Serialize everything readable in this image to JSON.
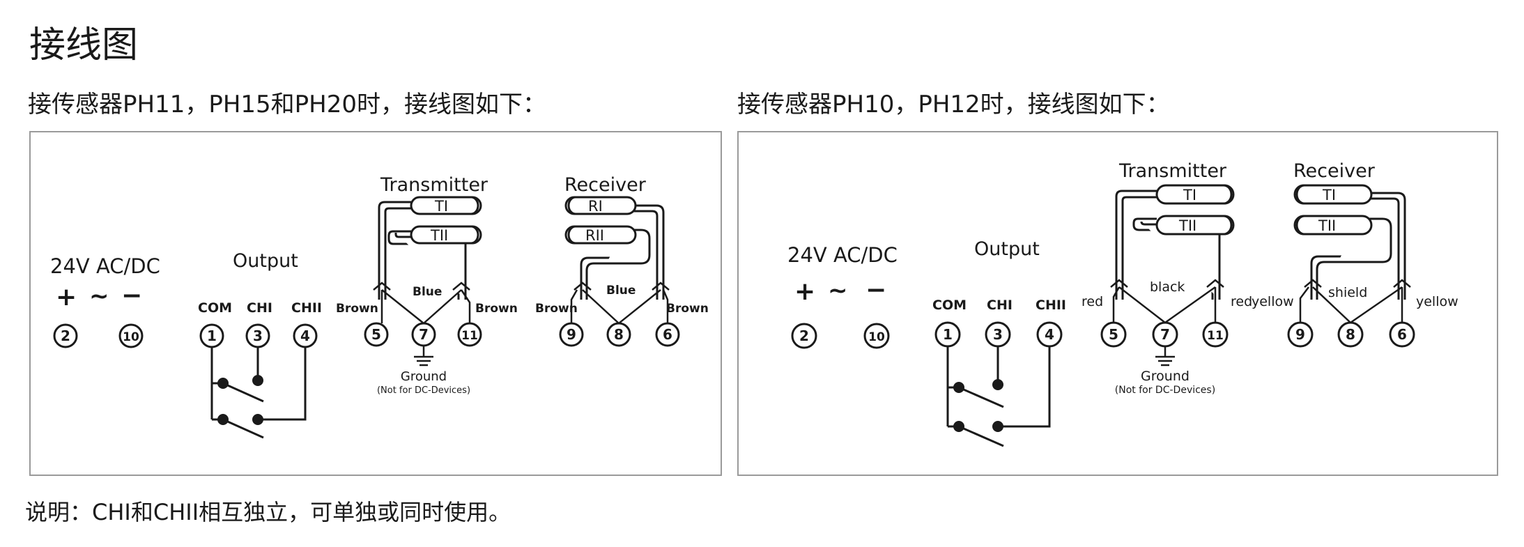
{
  "title": "接线图",
  "left": {
    "caption": "接传感器PH11，PH15和PH20时，接线图如下：",
    "supply": "24V AC/DC",
    "plus": "+",
    "tilde": "~",
    "minus": "−",
    "output": "Output",
    "com": "COM",
    "ch1": "CHI",
    "ch2": "CHII",
    "transmitter": "Transmitter",
    "receiver": "Receiver",
    "t1": "TI",
    "t2": "TII",
    "r1": "RI",
    "r2": "RII",
    "tx_left_wire": "Brown",
    "tx_mid_wire": "Blue",
    "tx_right_wire": "Brown",
    "rx_left_wire": "Brown",
    "rx_mid_wire": "Blue",
    "rx_right_wire": "Brown",
    "ground": "Ground",
    "ground_note": "(Not for DC-Devices)",
    "terminals": [
      "2",
      "10",
      "1",
      "3",
      "4",
      "5",
      "7",
      "11",
      "9",
      "8",
      "6"
    ]
  },
  "right": {
    "caption": "接传感器PH10，PH12时，接线图如下：",
    "supply": "24V AC/DC",
    "plus": "+",
    "tilde": "~",
    "minus": "−",
    "output": "Output",
    "com": "COM",
    "ch1": "CHI",
    "ch2": "CHII",
    "transmitter": "Transmitter",
    "receiver": "Receiver",
    "t1": "TI",
    "t2": "TII",
    "r1": "TI",
    "r2": "TII",
    "tx_left_wire": "red",
    "tx_mid_wire": "black",
    "tx_right_wire": "red",
    "rx_left_wire": "yellow",
    "rx_mid_wire": "shield",
    "rx_right_wire": "yellow",
    "ground": "Ground",
    "ground_note": "(Not for DC-Devices)",
    "terminals": [
      "2",
      "10",
      "1",
      "3",
      "4",
      "5",
      "7",
      "11",
      "9",
      "8",
      "6"
    ]
  },
  "note": "说明：CHI和CHII相互独立，可单独或同时使用。"
}
